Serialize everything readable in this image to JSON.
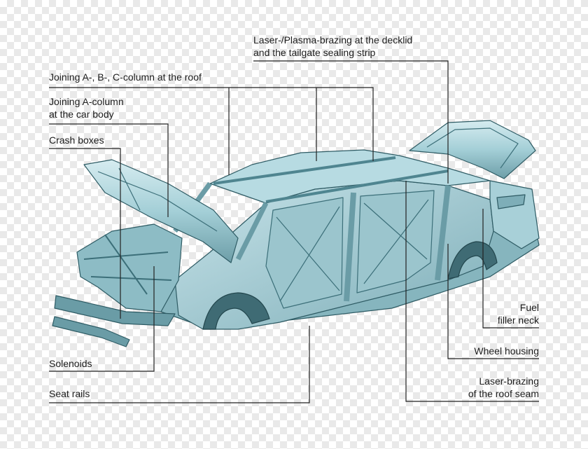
{
  "labels": {
    "laser_plasma": [
      "Laser-/Plasma-brazing at the decklid",
      "and the tailgate sealing strip"
    ],
    "joining_abc": [
      "Joining A-, B-, C-column at the roof"
    ],
    "joining_a": [
      "Joining A-column",
      "at the car body"
    ],
    "crash_boxes": [
      "Crash boxes"
    ],
    "solenoids": [
      "Solenoids"
    ],
    "seat_rails": [
      "Seat rails"
    ],
    "fuel_filler": [
      "Fuel",
      "filler neck"
    ],
    "wheel_housing": [
      "Wheel housing"
    ],
    "laser_roof": [
      "Laser-brazing",
      "of the roof seam"
    ]
  },
  "colors": {
    "body": "#9fcbd3",
    "body_light": "#cfe7ec",
    "body_dark": "#5f8f99",
    "edge": "#2e5b64",
    "leader": "#222222"
  }
}
